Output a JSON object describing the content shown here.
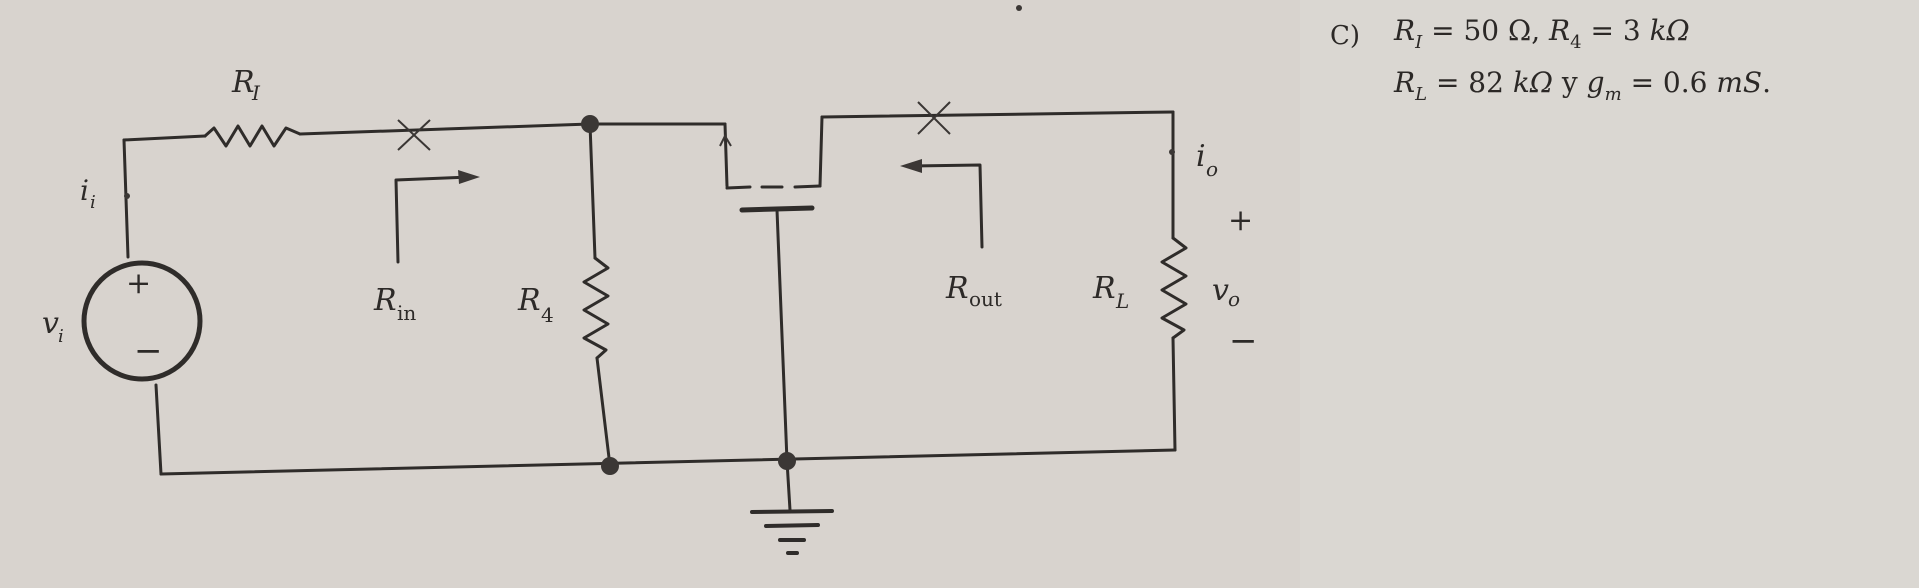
{
  "circuit": {
    "labels": {
      "ri": "R",
      "ri_sub": "I",
      "ii": "i",
      "ii_sub": "i",
      "vi": "v",
      "vi_sub": "i",
      "rin": "R",
      "rin_sub": "in",
      "r4": "R",
      "r4_sub": "4",
      "rout": "R",
      "rout_sub": "out",
      "rl": "R",
      "rl_sub": "L",
      "io": "i",
      "io_sub": "o",
      "vo": "v",
      "vo_sub": "o",
      "plus": "+",
      "minus": "−",
      "source_plus": "+",
      "source_minus": "−"
    }
  },
  "problem": {
    "part": "C)",
    "line1": {
      "a_sym": "R",
      "a_sub": "I",
      "a_val": " = 50 Ω, ",
      "b_sym": "R",
      "b_sub": "4",
      "b_val": " = 3 ",
      "b_unit": "kΩ"
    },
    "line2": {
      "a_sym": "R",
      "a_sub": "L",
      "a_val": " = 82 ",
      "a_unit": "kΩ",
      "conj": " y ",
      "b_sym": "g",
      "b_sub": "m",
      "b_val": " = 0.6 ",
      "b_unit": "mS",
      "end": "."
    }
  }
}
